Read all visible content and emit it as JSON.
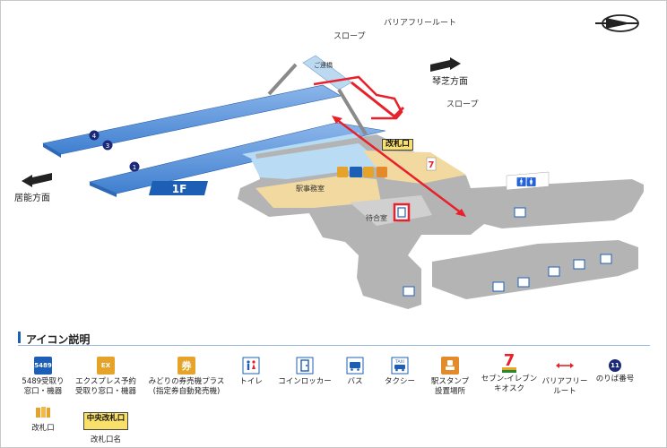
{
  "map": {
    "labels": {
      "barrier_free_route": "バリアフリールート",
      "slope_top": "スロープ",
      "slope_right": "スロープ",
      "bridge": "ご連橋",
      "kotoshiba": "琴芝方面",
      "ino": "居能方面",
      "gate": "改札口",
      "office": "駅事務室",
      "waiting_room": "待合室",
      "floor": "1F"
    },
    "platforms": [
      "4",
      "3",
      "1"
    ]
  },
  "legend": {
    "title": "アイコン説明",
    "items": [
      {
        "icon": "ticket-office-icon",
        "line1": "5489受取り",
        "line2": "窓口・機器"
      },
      {
        "icon": "express-reservation-icon",
        "line1": "エクスプレス予約",
        "line2": "受取り窓口・機器"
      },
      {
        "icon": "ticket-machine-icon",
        "line1": "みどりの券売機プラス",
        "line2": "(指定券自動発売機)"
      },
      {
        "icon": "toilet-icon",
        "line1": "トイレ",
        "line2": ""
      },
      {
        "icon": "coin-locker-icon",
        "line1": "コインロッカー",
        "line2": ""
      },
      {
        "icon": "bus-icon",
        "line1": "バス",
        "line2": ""
      },
      {
        "icon": "taxi-icon",
        "line1": "タクシー",
        "line2": ""
      },
      {
        "icon": "station-stamp-icon",
        "line1": "駅スタンプ",
        "line2": "設置場所"
      },
      {
        "icon": "seven-eleven-icon",
        "line1": "セブン-イレブン",
        "line2": "キオスク"
      },
      {
        "icon": "barrier-free-route-icon",
        "line1": "バリアフリー",
        "line2": "ルート"
      },
      {
        "icon": "platform-number-icon",
        "line1": "のりば番号",
        "line2": ""
      },
      {
        "icon": "ticket-gate-icon",
        "line1": "改札口",
        "line2": ""
      },
      {
        "icon": "gate-name-icon",
        "line1": "改札口名",
        "line2": ""
      }
    ],
    "badges": {
      "ticket_office": "5489",
      "express": "EX",
      "ticket_machine": "券",
      "taxi": "TAXI",
      "platform": "11",
      "gate_name": "中央改札口",
      "seven": "7"
    }
  },
  "colors": {
    "platform_blue": "#4a86d4",
    "floor_gray": "#b3b3b3",
    "office_tan": "#f1d9a0",
    "route_red": "#e8202a",
    "accent_blue": "#1d5fb4"
  }
}
